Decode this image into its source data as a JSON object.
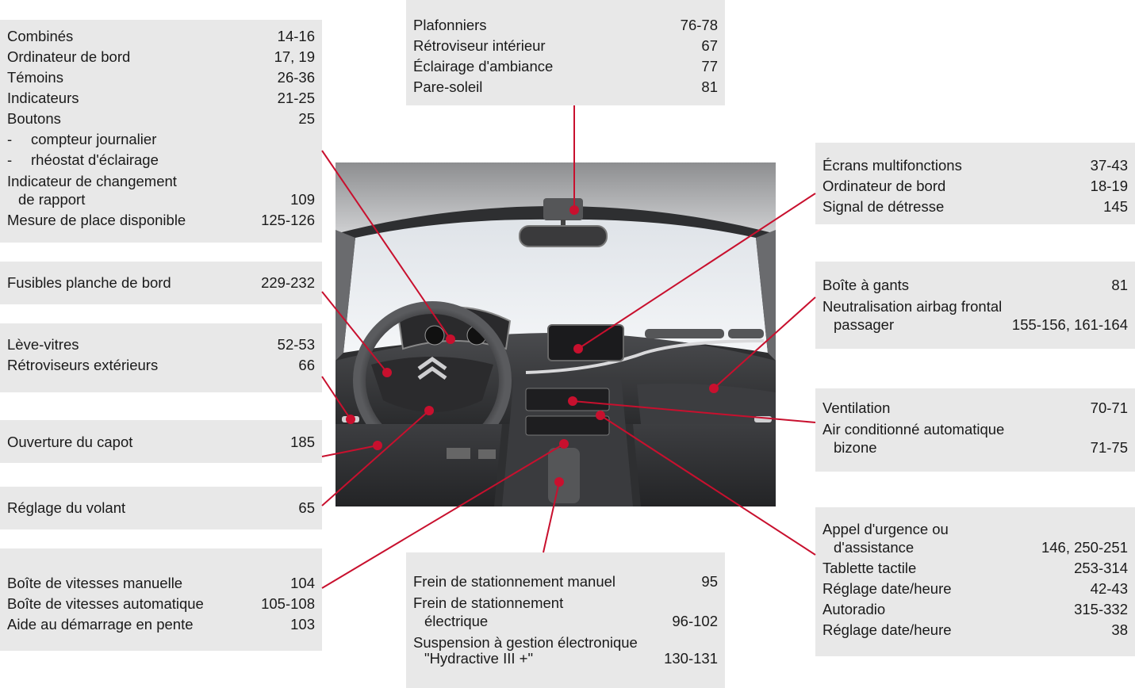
{
  "boxes": {
    "combines": {
      "rows": [
        {
          "label": "Combinés",
          "page": "14-16"
        },
        {
          "label": "Ordinateur de bord",
          "page": "17, 19"
        },
        {
          "label": "Témoins",
          "page": "26-36"
        },
        {
          "label": "Indicateurs",
          "page": "21-25"
        },
        {
          "label": "Boutons",
          "page": "25"
        }
      ],
      "sub": [
        "compteur journalier",
        "rhéostat d'éclairage"
      ],
      "rows2": [
        {
          "label": "Indicateur de changement",
          "page": ""
        },
        {
          "label": "de rapport",
          "page": "109"
        },
        {
          "label": "Mesure de place disponible",
          "page": "125-126"
        }
      ]
    },
    "fusibles": {
      "rows": [
        {
          "label": "Fusibles planche de bord",
          "page": "229-232"
        }
      ]
    },
    "leve": {
      "rows": [
        {
          "label": "Lève-vitres",
          "page": "52-53"
        },
        {
          "label": "Rétroviseurs extérieurs",
          "page": "66"
        }
      ]
    },
    "capot": {
      "rows": [
        {
          "label": "Ouverture du capot",
          "page": "185"
        }
      ]
    },
    "volant": {
      "rows": [
        {
          "label": "Réglage du volant",
          "page": "65"
        }
      ]
    },
    "boite": {
      "rows": [
        {
          "label": "Boîte de vitesses manuelle",
          "page": "104"
        },
        {
          "label": "Boîte de vitesses automatique",
          "page": "105-108"
        },
        {
          "label": "Aide au démarrage en pente",
          "page": "103"
        }
      ]
    },
    "plafonniers": {
      "rows": [
        {
          "label": "Plafonniers",
          "page": "76-78"
        },
        {
          "label": "Rétroviseur intérieur",
          "page": "67"
        },
        {
          "label": "Éclairage d'ambiance",
          "page": "77"
        },
        {
          "label": "Pare-soleil",
          "page": "81"
        }
      ]
    },
    "frein": {
      "rows": [
        {
          "label": "Frein de stationnement manuel",
          "page": "95"
        },
        {
          "label": "Frein de stationnement",
          "page": ""
        },
        {
          "label": "électrique",
          "page": "96-102"
        },
        {
          "label": "Suspension à gestion électronique",
          "page": ""
        },
        {
          "label": "\"Hydractive III +\"",
          "page": "130-131"
        }
      ]
    },
    "ecrans": {
      "rows": [
        {
          "label": "Écrans multifonctions",
          "page": "37-43"
        },
        {
          "label": "Ordinateur de bord",
          "page": "18-19"
        },
        {
          "label": "Signal de détresse",
          "page": "145"
        }
      ]
    },
    "gants": {
      "rows": [
        {
          "label": "Boîte à gants",
          "page": "81"
        },
        {
          "label": "Neutralisation airbag frontal",
          "page": ""
        },
        {
          "label": "passager",
          "page": "155-156, 161-164"
        }
      ]
    },
    "ventilation": {
      "rows": [
        {
          "label": "Ventilation",
          "page": "70-71"
        },
        {
          "label": "Air conditionné automatique",
          "page": ""
        },
        {
          "label": "bizone",
          "page": "71-75"
        }
      ]
    },
    "appel": {
      "rows": [
        {
          "label": "Appel d'urgence ou",
          "page": ""
        },
        {
          "label": "d'assistance",
          "page": "146, 250-251"
        },
        {
          "label": "Tablette tactile",
          "page": "253-314"
        },
        {
          "label": "Réglage date/heure",
          "page": "42-43"
        },
        {
          "label": "Autoradio",
          "page": "315-332"
        },
        {
          "label": "Réglage date/heure",
          "page": "38"
        }
      ]
    }
  },
  "colors": {
    "leader": "#c8102e",
    "box_bg": "#e8e8e8",
    "text": "#1a1a1a"
  }
}
